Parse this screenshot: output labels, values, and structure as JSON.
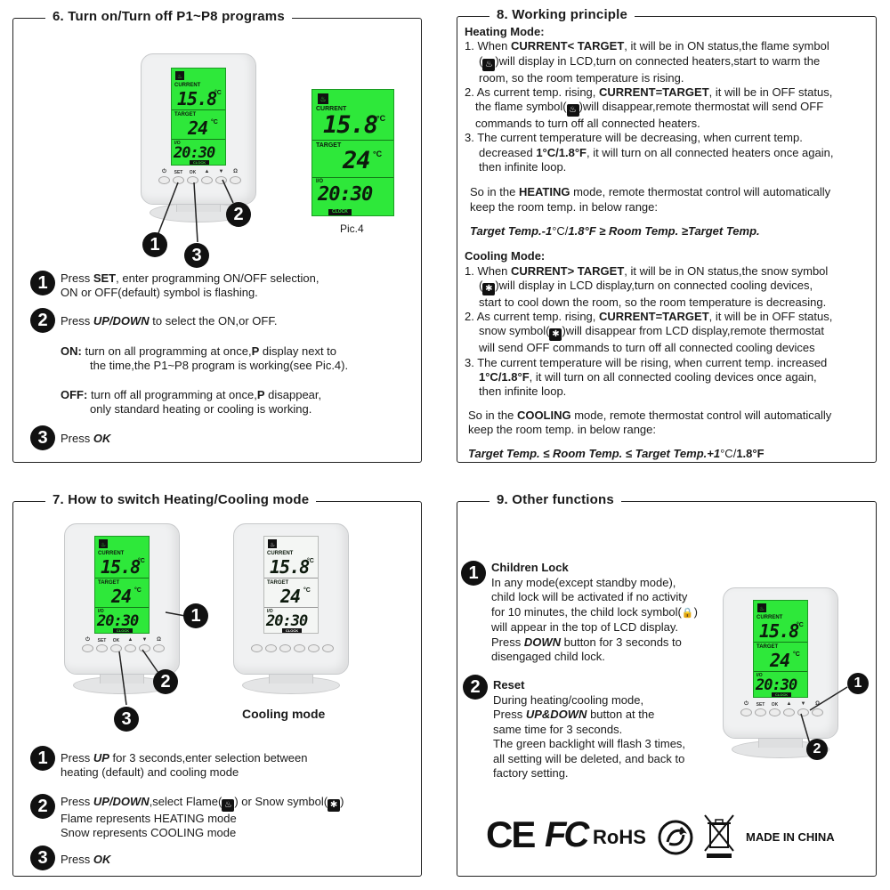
{
  "lcd": {
    "current_label": "CURRENT",
    "current_value": "15.8",
    "current_unit": "°C",
    "target_label": "TARGET",
    "target_value": "24",
    "target_unit": "°C",
    "day_label": "I/O",
    "time_value": "20:30",
    "clock_label": "CLOCK",
    "flame_glyph": "♨"
  },
  "device_buttons": [
    "⏻",
    "SET",
    "OK",
    "▲",
    "▼",
    "Ω"
  ],
  "callouts": [
    "1",
    "2",
    "3"
  ],
  "sec6": {
    "title": "6. Turn on/Turn off P1~P8 programs",
    "pic_caption": "Pic.4",
    "step1_pre": "Press ",
    "step1_bold": "SET",
    "step1_post": ", enter programming ON/OFF selection,",
    "step1_line2": "ON or OFF(default) symbol is flashing.",
    "step2_pre": "Press ",
    "step2_bold": "UP/DOWN",
    "step2_post": " to select the ON,or OFF.",
    "on_label": "ON:",
    "on_line1_pre": " turn on all programming at once,",
    "on_line1_bold": "P",
    "on_line1_post": " display next to",
    "on_line2": "the time,the P1~P8 program is working(see Pic.4).",
    "off_label": "OFF:",
    "off_line1_pre": " turn off all programming at once,",
    "off_line1_bold": "P",
    "off_line1_post": " disappear,",
    "off_line2": "only standard heating or cooling is working.",
    "step3_pre": "Press ",
    "step3_bold": "OK"
  },
  "sec7": {
    "title": "7. How to switch Heating/Cooling mode",
    "cooling_caption": "Cooling mode",
    "step1_pre": "Press ",
    "step1_bold": "UP",
    "step1_post": " for 3 seconds,enter selection between",
    "step1_line2": "heating (default) and cooling mode",
    "step2_pre": "Press ",
    "step2_bold": "UP/DOWN",
    "step2_mid": ",select Flame(",
    "step2_mid2": ") or Snow symbol(",
    "step2_end": ")",
    "step2_line2": "Flame represents HEATING mode",
    "step2_line3": "Snow represents COOLING mode",
    "step3_pre": "Press ",
    "step3_bold": "OK"
  },
  "sec8": {
    "title": "8. Working principle",
    "heating_title": "Heating Mode:",
    "h1_a": "1. When ",
    "h1_b": "CURRENT< TARGET",
    "h1_c": ", it will be in ON status,the flame symbol",
    "h1_l2a": "(",
    "h1_l2b": ")will display in LCD,turn on connected heaters,start to warm the",
    "h1_l3": "room, so the room temperature is rising.",
    "h2_a": "2. As current temp. rising, ",
    "h2_b": "CURRENT=TARGET",
    "h2_c": ", it will be in OFF status,",
    "h2_l2a": "the flame symbol(",
    "h2_l2b": ")will disappear,remote thermostat will send OFF",
    "h2_l3": "commands to turn off all connected heaters.",
    "h3_l1": "3. The current temperature will be decreasing, when current temp.",
    "h3_l2a": "decreased ",
    "h3_l2b": "1°C/1.8°F",
    "h3_l2c": ", it will turn on all connected heaters once again,",
    "h3_l3": "then infinite loop.",
    "hs_l1a": "So in the ",
    "hs_l1b": "HEATING",
    "hs_l1c": " mode, remote thermostat control will automatically",
    "hs_l2": "keep the room temp. in below range:",
    "h_formula_a": "Target Temp.-1",
    "h_formula_b": "°C/",
    "h_formula_c": "1.8°F ≥ Room Temp. ≥Target Temp.",
    "cooling_title": "Cooling Mode:",
    "c1_a": "1. When ",
    "c1_b": "CURRENT> TARGET",
    "c1_c": ", it will be in ON status,the  snow symbol",
    "c1_l2a": "(",
    "c1_l2b": ")will display in LCD display,turn on connected cooling devices,",
    "c1_l3": "start to cool down the room, so the room temperature is decreasing.",
    "c2_a": "2. As current temp. rising, ",
    "c2_b": "CURRENT=TARGET",
    "c2_c": ", it will be in OFF status,",
    "c2_l2a": "snow symbol(",
    "c2_l2b": ")will disappear from LCD display,remote thermostat",
    "c2_l3": "will send OFF commands to turn off all connected cooling devices",
    "c3_l1": "3. The current temperature will be rising, when current temp. increased",
    "c3_l2a": "1°C/1.8°F",
    "c3_l2b": ", it will turn on all connected cooling devices once again,",
    "c3_l3": "then infinite loop.",
    "cs_l1a": "So in the ",
    "cs_l1b": "COOLING",
    "cs_l1c": " mode, remote thermostat control will automatically",
    "cs_l2": "keep the room temp. in below range:",
    "c_formula_a": "Target Temp. ≤ Room Temp. ≤ Target Temp.+1",
    "c_formula_b": "°C/",
    "c_formula_c": "1.8°F"
  },
  "sec9": {
    "title": "9. Other functions",
    "lock_title": "Children Lock",
    "lock_l1": "In any mode(except standby mode),",
    "lock_l2": "child lock will be activated if no activity",
    "lock_l3a": "for 10 minutes, the child lock symbol(",
    "lock_l3b": ")",
    "lock_l4": "will appear in the top of LCD display.",
    "lock_l5a": "Press ",
    "lock_l5b": "DOWN",
    "lock_l5c": " button for 3 seconds to",
    "lock_l6": "disengaged child lock.",
    "reset_title": "Reset",
    "reset_l1": "During heating/cooling mode,",
    "reset_l2a": "Press ",
    "reset_l2b": "UP&DOWN",
    "reset_l2c": " button at the",
    "reset_l3": "same time for 3 seconds.",
    "reset_l4": "The green backlight will flash 3 times,",
    "reset_l5": "all setting will be deleted, and back to",
    "reset_l6": "factory setting.",
    "ce_mark": "CE",
    "fcc_mark": "FC",
    "rohs_mark": "RoHS",
    "made_in": "MADE IN CHINA"
  },
  "glyphs": {
    "flame": "♨",
    "snow": "✱",
    "lock": "🔒"
  }
}
